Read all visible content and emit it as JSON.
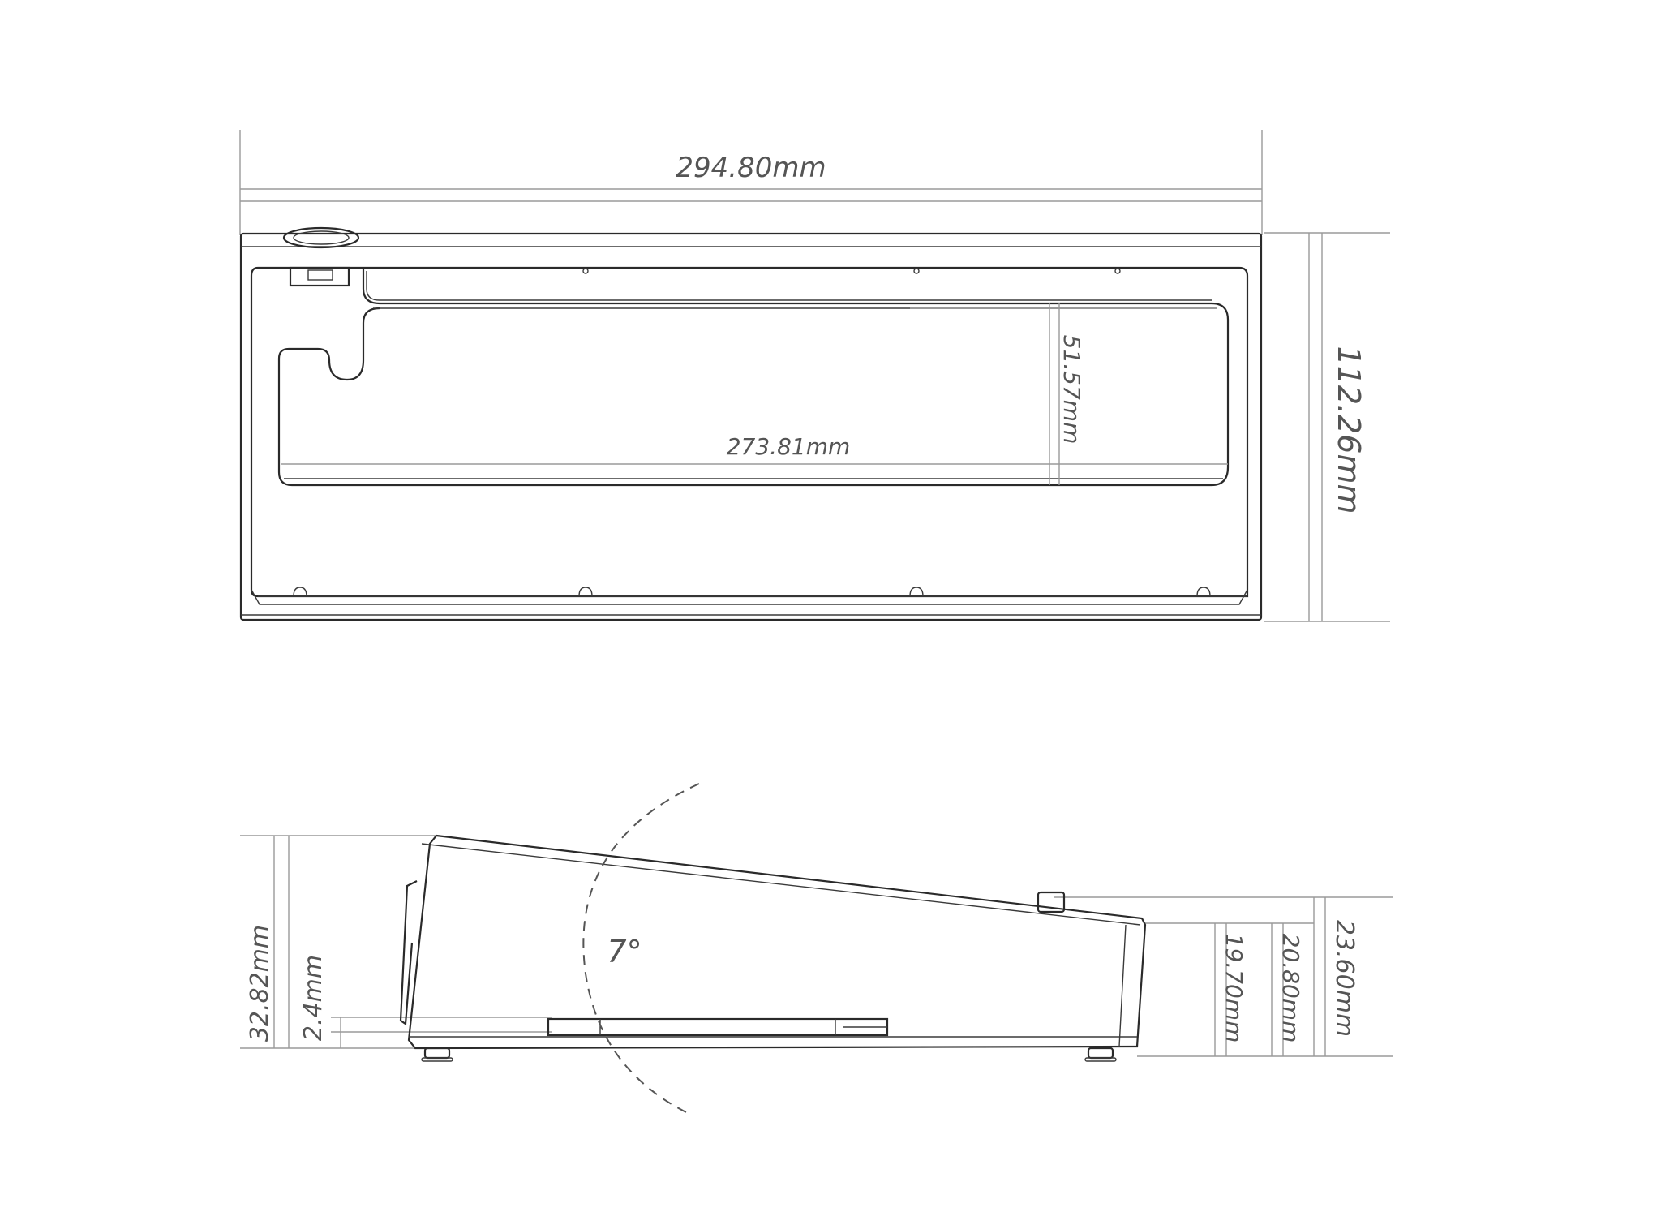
{
  "top_view": {
    "overall_width": "294.80mm",
    "overall_depth": "112.26mm",
    "inner_width": "273.81mm",
    "inner_depth": "51.57mm"
  },
  "side_view": {
    "tilt_angle": "7°",
    "front_height": "32.82mm",
    "foot_height": "2.4mm",
    "rear_height_a": "19.70mm",
    "rear_height_b": "20.80mm",
    "rear_height_c": "23.60mm"
  }
}
